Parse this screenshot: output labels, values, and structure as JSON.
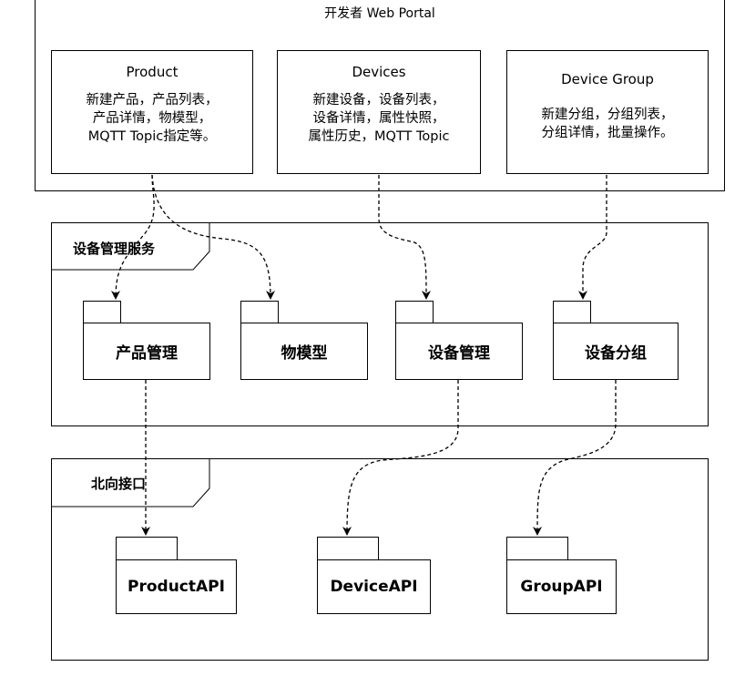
{
  "portal": {
    "title": "开发者 Web Portal",
    "cards": [
      {
        "title": "Product",
        "description": "新建产品，产品列表，\n产品详情，物模型，\nMQTT Topic指定等。"
      },
      {
        "title": "Devices",
        "description": "新建设备，设备列表，\n设备详情，属性快照，\n属性历史，MQTT Topic"
      },
      {
        "title": "Device Group",
        "description": "新建分组，分组列表，\n分组详情，批量操作。"
      }
    ]
  },
  "services": {
    "label": "设备管理服务",
    "packages": [
      "产品管理",
      "物模型",
      "设备管理",
      "设备分组"
    ]
  },
  "northbound": {
    "label": "北向接口",
    "packages": [
      "ProductAPI",
      "DeviceAPI",
      "GroupAPI"
    ]
  }
}
